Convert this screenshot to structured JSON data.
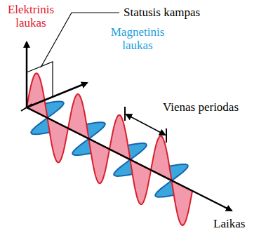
{
  "diagram": {
    "labels": [
      "Elektrinis laukas",
      "Statusis kampas",
      "Magnetinis laukas",
      "Vienas periodas",
      "Laikas"
    ]
  }
}
